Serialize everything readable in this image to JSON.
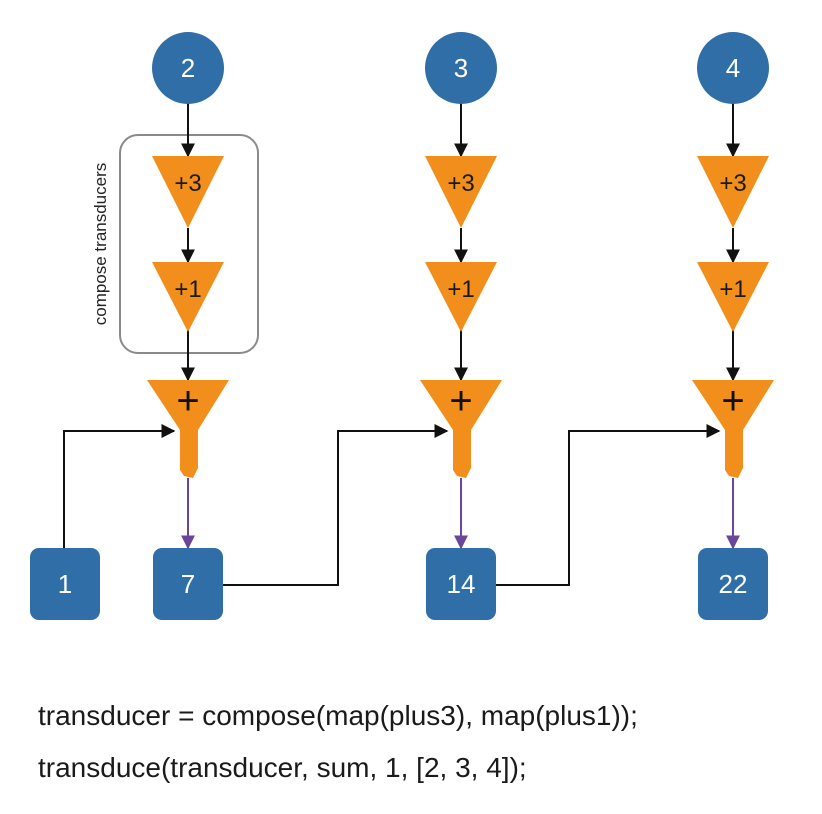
{
  "colors": {
    "node_fill": "#2f6ea6",
    "op_fill": "#f28f1c",
    "edge": "#111111",
    "output_edge": "#6b4598",
    "group_border": "#8a8a8a"
  },
  "group_label": "compose transducers",
  "inputs": [
    "2",
    "3",
    "4"
  ],
  "ops": [
    "+3",
    "+1"
  ],
  "reducer_label": "+",
  "accumulators": [
    "1",
    "7",
    "14",
    "22"
  ],
  "code": {
    "line1": "transducer = compose(map(plus3), map(plus1));",
    "line2": "transduce(transducer, sum, 1, [2, 3, 4]);"
  }
}
